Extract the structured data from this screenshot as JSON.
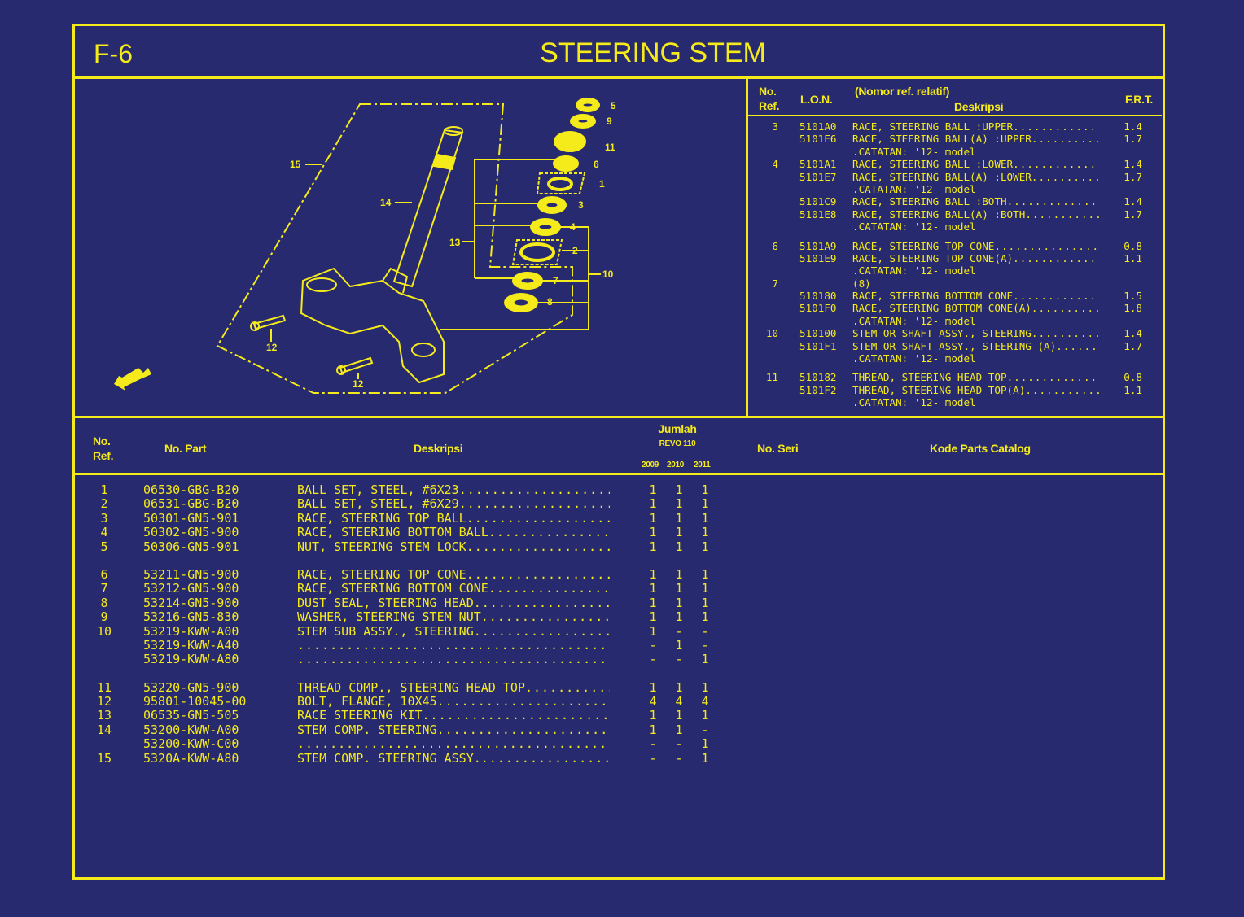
{
  "header": {
    "code": "F-6",
    "title": "STEERING STEM"
  },
  "colors": {
    "background": "#272a6e",
    "foreground": "#f5ea1a"
  },
  "diagram": {
    "callouts": [
      "1",
      "2",
      "3",
      "4",
      "5",
      "6",
      "7",
      "8",
      "9",
      "10",
      "11",
      "12",
      "13",
      "14",
      "15"
    ],
    "forward_arrow_icon": "fwd-arrow-icon"
  },
  "ref_table": {
    "headers": {
      "no_ref_1": "No.",
      "no_ref_2": "Ref.",
      "lon": "L.O.N.",
      "relative": "(Nomor ref. relatif)",
      "desc": "Deskripsi",
      "frt": "F.R.T."
    },
    "groups": [
      [
        {
          "ref": "3",
          "lon": "5101A0",
          "desc": "RACE, STEERING BALL :UPPER",
          "frt": "1.4"
        },
        {
          "ref": "",
          "lon": "5101E6",
          "desc": "RACE, STEERING BALL(A) :UPPER",
          "frt": "1.7"
        },
        {
          "ref": "",
          "lon": "",
          "desc": ".CATATAN: '12- model",
          "frt": "",
          "note": true
        },
        {
          "ref": "4",
          "lon": "5101A1",
          "desc": "RACE, STEERING BALL :LOWER",
          "frt": "1.4"
        },
        {
          "ref": "",
          "lon": "5101E7",
          "desc": "RACE, STEERING BALL(A) :LOWER",
          "frt": "1.7"
        },
        {
          "ref": "",
          "lon": "",
          "desc": ".CATATAN: '12- model",
          "frt": "",
          "note": true
        },
        {
          "ref": "",
          "lon": "5101C9",
          "desc": "RACE, STEERING BALL :BOTH",
          "frt": "1.4"
        },
        {
          "ref": "",
          "lon": "5101E8",
          "desc": "RACE, STEERING BALL(A) :BOTH",
          "frt": "1.7"
        },
        {
          "ref": "",
          "lon": "",
          "desc": ".CATATAN: '12- model",
          "frt": "",
          "note": true
        }
      ],
      [
        {
          "ref": "6",
          "lon": "5101A9",
          "desc": "RACE, STEERING TOP CONE",
          "frt": "0.8"
        },
        {
          "ref": "",
          "lon": "5101E9",
          "desc": "RACE, STEERING TOP CONE(A)",
          "frt": "1.1"
        },
        {
          "ref": "",
          "lon": "",
          "desc": ".CATATAN: '12- model",
          "frt": "",
          "note": true
        },
        {
          "ref": "7",
          "lon": "",
          "desc": "(8)",
          "frt": "",
          "note": true
        },
        {
          "ref": "",
          "lon": "510180",
          "desc": "RACE, STEERING BOTTOM CONE",
          "frt": "1.5"
        },
        {
          "ref": "",
          "lon": "5101F0",
          "desc": "RACE, STEERING BOTTOM CONE(A)",
          "frt": "1.8"
        },
        {
          "ref": "",
          "lon": "",
          "desc": ".CATATAN: '12- model",
          "frt": "",
          "note": true
        },
        {
          "ref": "10",
          "lon": "510100",
          "desc": "STEM OR SHAFT ASSY., STEERING",
          "frt": "1.4"
        },
        {
          "ref": "",
          "lon": "5101F1",
          "desc": "STEM OR SHAFT ASSY., STEERING (A)",
          "frt": "1.7"
        },
        {
          "ref": "",
          "lon": "",
          "desc": ".CATATAN: '12- model",
          "frt": "",
          "note": true
        }
      ],
      [
        {
          "ref": "11",
          "lon": "510182",
          "desc": "THREAD, STEERING HEAD TOP",
          "frt": "0.8"
        },
        {
          "ref": "",
          "lon": "5101F2",
          "desc": "THREAD, STEERING HEAD TOP(A)",
          "frt": "1.1"
        },
        {
          "ref": "",
          "lon": "",
          "desc": ".CATATAN: '12- model",
          "frt": "",
          "note": true
        }
      ]
    ]
  },
  "parts_table": {
    "headers": {
      "no_ref_1": "No.",
      "no_ref_2": "Ref.",
      "part": "No. Part",
      "desc": "Deskripsi",
      "qty": "Jumlah",
      "model": "REVO 110",
      "years": [
        "2009",
        "2010",
        "2011"
      ],
      "serial": "No. Seri",
      "catalog": "Kode Parts Catalog"
    },
    "groups": [
      [
        {
          "ref": "1",
          "part": "06530-GBG-B20",
          "desc": "BALL SET, STEEL, #6X23",
          "qty": [
            "1",
            "1",
            "1"
          ]
        },
        {
          "ref": "2",
          "part": "06531-GBG-B20",
          "desc": "BALL SET, STEEL, #6X29",
          "qty": [
            "1",
            "1",
            "1"
          ]
        },
        {
          "ref": "3",
          "part": "50301-GN5-901",
          "desc": "RACE, STEERING TOP BALL",
          "qty": [
            "1",
            "1",
            "1"
          ]
        },
        {
          "ref": "4",
          "part": "50302-GN5-900",
          "desc": "RACE, STEERING BOTTOM BALL",
          "qty": [
            "1",
            "1",
            "1"
          ]
        },
        {
          "ref": "5",
          "part": "50306-GN5-901",
          "desc": "NUT, STEERING STEM LOCK",
          "qty": [
            "1",
            "1",
            "1"
          ]
        }
      ],
      [
        {
          "ref": "6",
          "part": "53211-GN5-900",
          "desc": "RACE, STEERING TOP CONE",
          "qty": [
            "1",
            "1",
            "1"
          ]
        },
        {
          "ref": "7",
          "part": "53212-GN5-900",
          "desc": "RACE, STEERING BOTTOM CONE",
          "qty": [
            "1",
            "1",
            "1"
          ]
        },
        {
          "ref": "8",
          "part": "53214-GN5-900",
          "desc": "DUST SEAL, STEERING HEAD",
          "qty": [
            "1",
            "1",
            "1"
          ]
        },
        {
          "ref": "9",
          "part": "53216-GN5-830",
          "desc": "WASHER, STEERING STEM NUT",
          "qty": [
            "1",
            "1",
            "1"
          ]
        },
        {
          "ref": "10",
          "part": "53219-KWW-A00",
          "desc": "STEM SUB ASSY., STEERING",
          "qty": [
            "1",
            "-",
            "-"
          ]
        },
        {
          "ref": "",
          "part": "53219-KWW-A40",
          "desc": "",
          "qty": [
            "-",
            "1",
            "-"
          ]
        },
        {
          "ref": "",
          "part": "53219-KWW-A80",
          "desc": "",
          "qty": [
            "-",
            "-",
            "1"
          ]
        }
      ],
      [
        {
          "ref": "11",
          "part": "53220-GN5-900",
          "desc": "THREAD COMP., STEERING HEAD TOP",
          "qty": [
            "1",
            "1",
            "1"
          ]
        },
        {
          "ref": "12",
          "part": "95801-10045-00",
          "desc": "BOLT, FLANGE, 10X45",
          "qty": [
            "4",
            "4",
            "4"
          ]
        },
        {
          "ref": "13",
          "part": "06535-GN5-505",
          "desc": "RACE STEERING KIT",
          "qty": [
            "1",
            "1",
            "1"
          ]
        },
        {
          "ref": "14",
          "part": "53200-KWW-A00",
          "desc": "STEM COMP. STEERING",
          "qty": [
            "1",
            "1",
            "-"
          ]
        },
        {
          "ref": "",
          "part": "53200-KWW-C00",
          "desc": "",
          "qty": [
            "-",
            "-",
            "1"
          ]
        },
        {
          "ref": "15",
          "part": "5320A-KWW-A80",
          "desc": "STEM COMP. STEERING ASSY.",
          "qty": [
            "-",
            "-",
            "1"
          ]
        }
      ]
    ]
  }
}
